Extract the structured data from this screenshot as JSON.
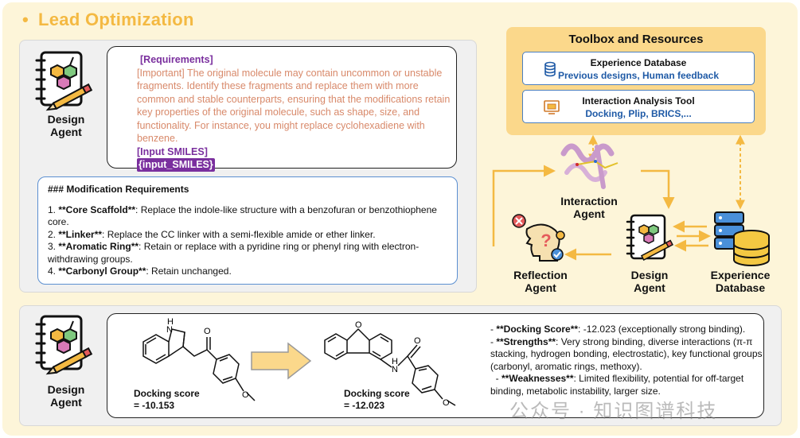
{
  "section_title": "Lead Optimization",
  "design_agent_label": "Design\nAgent",
  "requirements": {
    "header": "[Requirements]",
    "body": "[Important] The original molecule may contain uncommon or unstable fragments. Identify these fragments and replace them with more common and stable counterparts, ensuring that the modifications retain key properties of the original molecule, such as shape, size, and functionality. For instance, you might replace cyclohexadiene with benzene.",
    "input_header": "[Input SMILES]",
    "input_tag": "{input_SMILES}"
  },
  "modification": {
    "header": "### Modification Requirements",
    "items": [
      {
        "num": "1. ",
        "bold": "**Core Scaffold**",
        "text": ": Replace the indole-like structure with a benzofuran or benzothiophene core."
      },
      {
        "num": "2. ",
        "bold": "**Linker**",
        "text": ": Replace the CC linker with a semi-flexible amide or ether linker."
      },
      {
        "num": "3. ",
        "bold": "**Aromatic Ring**",
        "text": ": Retain or replace with a pyridine ring or phenyl ring with electron-withdrawing groups."
      },
      {
        "num": "4. ",
        "bold": "**Carbonyl Group**",
        "text": ": Retain unchanged."
      }
    ]
  },
  "toolbox": {
    "title": "Toolbox and Resources",
    "tools": [
      {
        "name": "Experience Database",
        "desc": "Previous designs, Human feedback",
        "icon": "database-icon"
      },
      {
        "name": "Interaction Analysis Tool",
        "desc": "Docking, Plip, BRICS,...",
        "icon": "monitor-chart-icon"
      }
    ]
  },
  "agents": {
    "interaction": "Interaction\nAgent",
    "reflection": "Reflection\nAgent",
    "design": "Design\nAgent",
    "experience": "Experience\nDatabase"
  },
  "results": {
    "mol1_label": "Docking score\n= -10.153",
    "mol2_label": "Docking score\n= -12.023",
    "atom_nh": "H\nN",
    "atom_o": "O",
    "atom_o_methoxy": "O",
    "atom_h_amide": "H\nN",
    "lines": [
      {
        "prefix": "- ",
        "bold": "**Docking Score**",
        "text": ": -12.023 (exceptionally strong binding)."
      },
      {
        "prefix": "- ",
        "bold": "**Strengths**",
        "text": ": Very strong binding, diverse interactions (π-π stacking, hydrogen bonding, electrostatic), key functional groups (carbonyl, aromatic rings, methoxy)."
      },
      {
        "prefix": "  - ",
        "bold": "**Weaknesses**",
        "text": ": Limited flexibility, potential for off-target binding, metabolic instability, larger size."
      }
    ]
  },
  "watermark": "公众号 · 知识图谱科技",
  "colors": {
    "background": "#fdf5d9",
    "title": "#f4b942",
    "purple": "#7a2f9e",
    "requirement_text": "#d8896a",
    "arrow": "#f4b942",
    "toolbox": "#fbd88b",
    "tool_desc": "#1f5aa6"
  }
}
